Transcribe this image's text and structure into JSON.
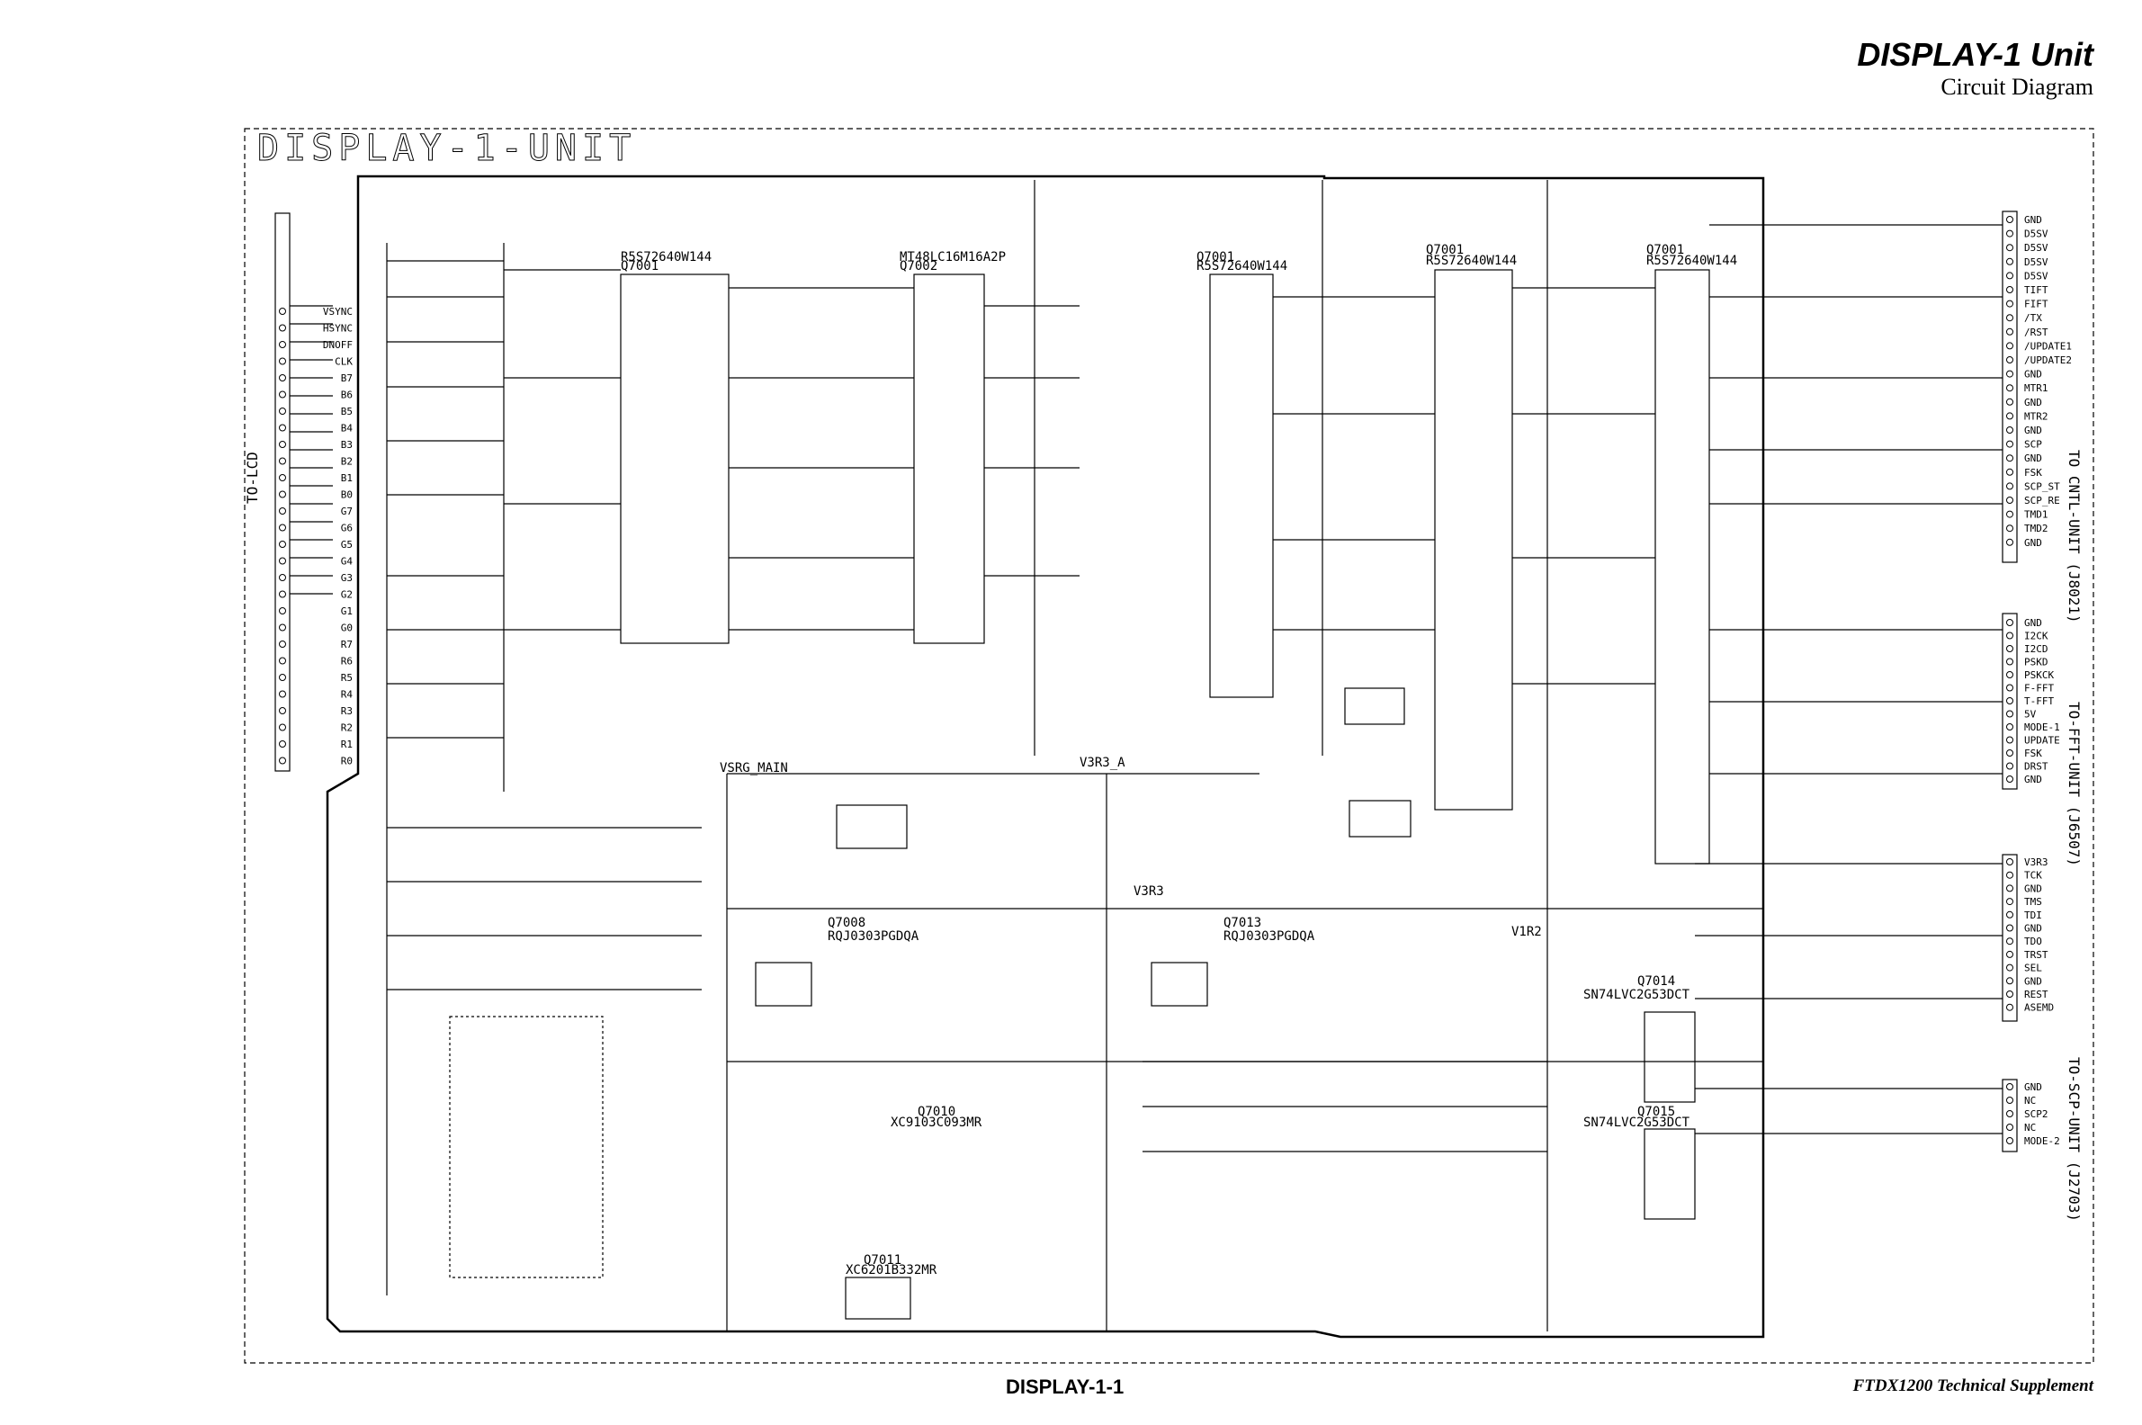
{
  "header": {
    "title": "DISPLAY-1 Unit",
    "subtitle": "Circuit Diagram"
  },
  "diagram": {
    "unit_label": "DISPLAY-1-UNIT",
    "connectors": {
      "lcd": "TO-LCD",
      "cntl": "TO CNTL-UNIT (J8021)",
      "fft": "TO-FFT-UNIT (J6507)",
      "scp": "TO-SCP-UNIT (J2703)"
    },
    "chips": [
      {
        "ref": "Q7001",
        "part": "R5S72640W144"
      },
      {
        "ref": "Q7002",
        "part": "MT48LC16M16A2P"
      },
      {
        "ref": "Q7001",
        "part": "R5S72640W144"
      },
      {
        "ref": "Q7001",
        "part": "R5S72640W144"
      },
      {
        "ref": "Q7001",
        "part": "R5S72640W144"
      }
    ],
    "regulators": [
      {
        "ref": "Q7008",
        "part": "RQJ0303PGDQA"
      },
      {
        "ref": "Q7013",
        "part": "RQJ0303PGDQA"
      },
      {
        "ref": "Q7014",
        "part": "SN74LVC2G53DCT"
      },
      {
        "ref": "Q7015",
        "part": "SN74LVC2G53DCT"
      },
      {
        "ref": "Q7011",
        "part": "XC6201B332MR"
      },
      {
        "ref": "Q7010",
        "part": "XC9103C093MR"
      }
    ],
    "nets": [
      "VSRG_MAIN",
      "V3R3",
      "V1R2",
      "V3R3_A"
    ],
    "lcd_signals": [
      "VSYNC",
      "HSYNC",
      "DNOFF",
      "CLK",
      "B7",
      "B6",
      "B5",
      "B4",
      "B3",
      "B2",
      "B1",
      "B0",
      "G7",
      "G6",
      "G5",
      "G4",
      "G3",
      "G2",
      "G1",
      "G0",
      "R7",
      "R6",
      "R5",
      "R4",
      "R3",
      "R2",
      "R1",
      "R0"
    ],
    "cntl_signals": [
      "GND",
      "D5SV",
      "D5SV",
      "D5SV",
      "D5SV",
      "TIFT",
      "FIFT",
      "/TX",
      "/RST",
      "/UPDATE1",
      "/UPDATE2",
      "GND",
      "MTR1",
      "GND",
      "MTR2",
      "GND",
      "SCP",
      "GND",
      "FSK",
      "SCP_ST",
      "SCP_RE",
      "TMD1",
      "TMD2",
      "GND"
    ],
    "fft_signals": [
      "GND",
      "I2CK",
      "I2CD",
      "PSKD",
      "PSKCK",
      "F-FFT",
      "T-FFT",
      "5V",
      "MODE-1",
      "UPDATE",
      "FSK",
      "DRST",
      "GND"
    ],
    "right_signals": [
      "V3R3",
      "TCK",
      "GND",
      "TMS",
      "TDI",
      "GND",
      "TDO",
      "TRST",
      "SEL",
      "GND",
      "REST",
      "ASEMD"
    ],
    "scp_signals": [
      "GND",
      "NC",
      "SCP2",
      "NC",
      "MODE-2"
    ]
  },
  "footer": {
    "center": "DISPLAY-1-1",
    "right": "FTDX1200 Technical Supplement"
  }
}
